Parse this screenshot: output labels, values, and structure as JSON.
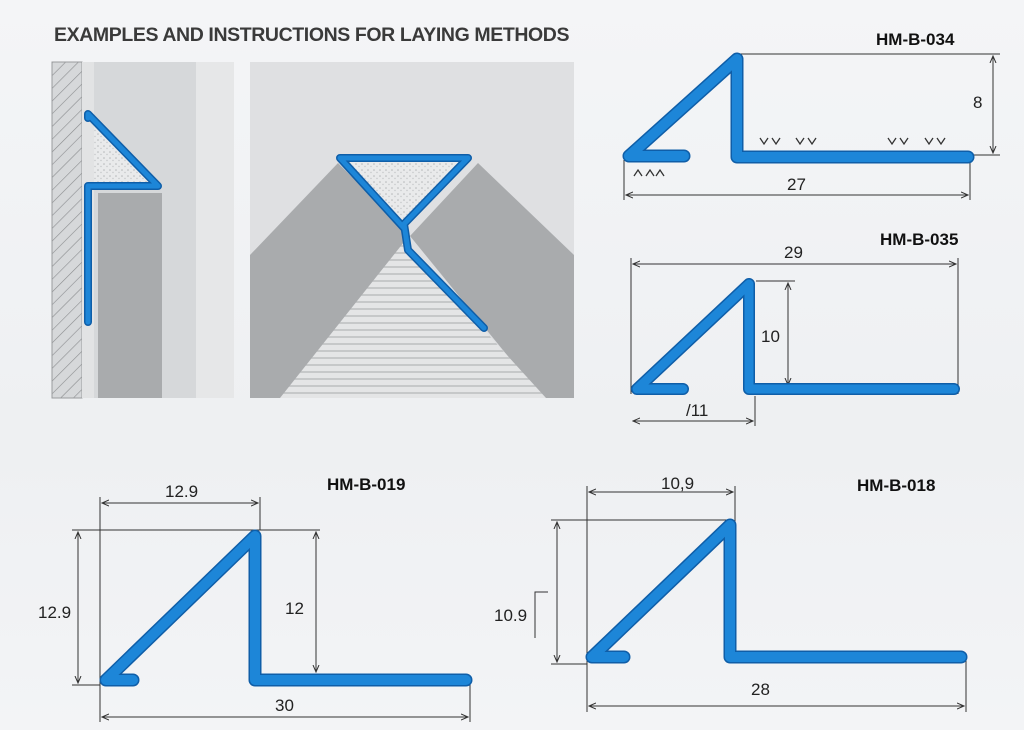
{
  "title": "EXAMPLES AND INSTRUCTIONS FOR LAYING METHODS",
  "profiles": [
    {
      "code": "HM-B-034",
      "dimensions": [
        "8",
        "27"
      ]
    },
    {
      "code": "HM-B-035",
      "dimensions": [
        "29",
        "10",
        "/11"
      ]
    },
    {
      "code": "HM-B-019",
      "dimensions": [
        "12.9",
        "12.9",
        "12",
        "30"
      ]
    },
    {
      "code": "HM-B-018",
      "dimensions": [
        "10,9",
        "10.9",
        "28"
      ]
    }
  ],
  "colors": {
    "profile": "#1d86d8",
    "profile_edge": "#0f5ea8",
    "tile": "#a9abad",
    "wall": "#cfd1d3"
  }
}
